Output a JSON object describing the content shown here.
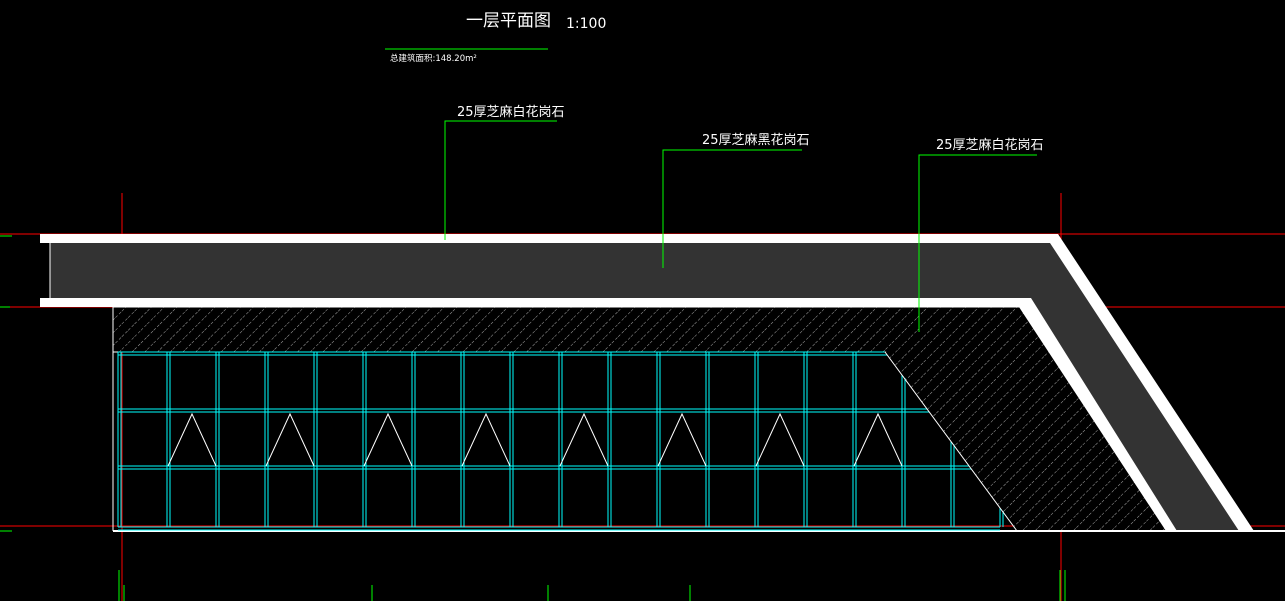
{
  "drawing": {
    "title": "一层平面图",
    "scale": "1:100",
    "subtitle": "总建筑面积:148.20m²"
  },
  "annotations": [
    {
      "text": "25厚芝麻白花岗石"
    },
    {
      "text": "25厚芝麻黑花岗石"
    },
    {
      "text": "25厚芝麻白花岗石"
    }
  ],
  "colors": {
    "background": "#000000",
    "leader": "#00ff00",
    "axis": "#ff0000",
    "grid": "#00ffff",
    "slab": "#333333",
    "outline": "#ffffff"
  }
}
